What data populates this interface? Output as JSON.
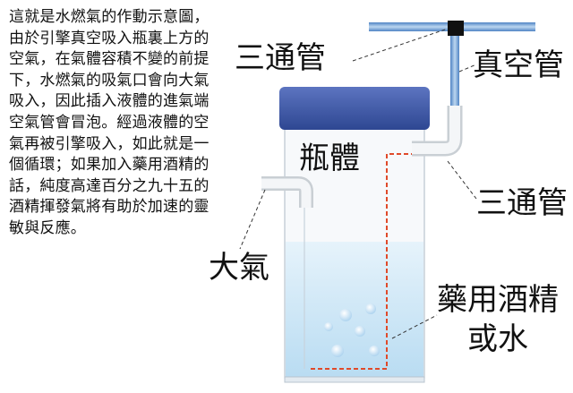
{
  "description": "這就是水燃氣的作動示意圖，由於引擎真空吸入瓶裏上方的空氣，在氣體容積不變的前提下，水燃氣的吸氣口會向大氣吸入，因此插入液體的進氣端空氣管會冒泡。經過液體的空氣再被引擎吸入，如此就是一個循環；如果加入藥用酒精的話，純度高達百分之九十五的酒精揮發氣將有助於加速的靈敏與反應。",
  "labels": {
    "tee_top": "三通管",
    "vacuum_tube": "真空管",
    "bottle": "瓶體",
    "tee_right": "三通管",
    "atmosphere": "大氣",
    "liquid_line1": "藥用酒精",
    "liquid_line2": "或水"
  },
  "colors": {
    "lid": "#3d56a6",
    "tube": "#6f9fd6",
    "liquid": "#cfe7f5",
    "flow_line": "#e04a2a"
  }
}
